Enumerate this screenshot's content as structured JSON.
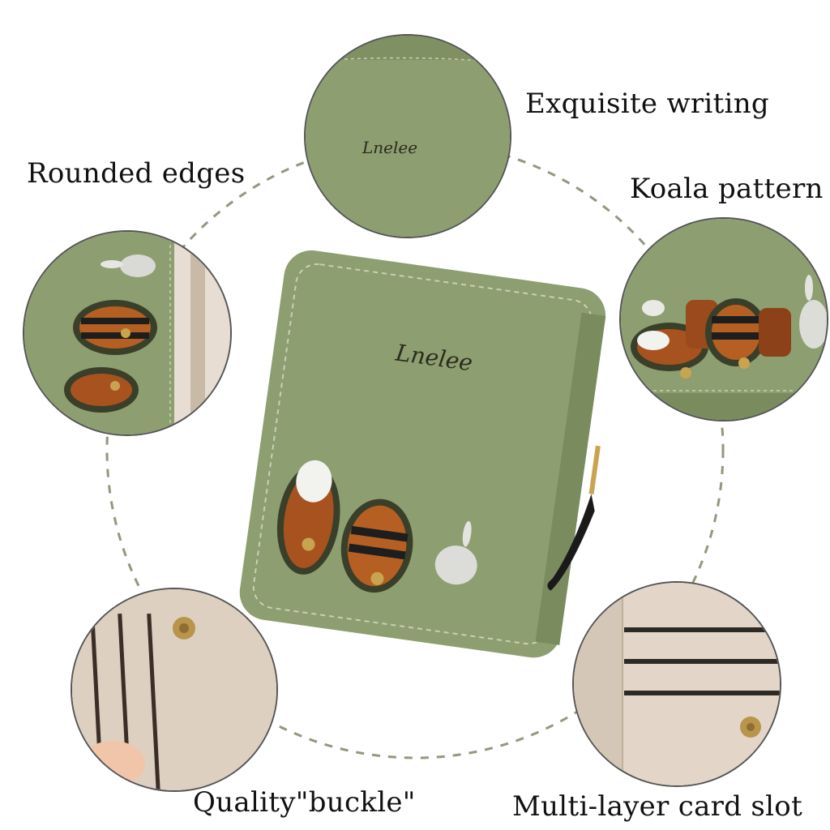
{
  "labels": {
    "writing": "Exquisite writing",
    "edges": "Rounded edges",
    "pattern": "Koala pattern",
    "buckle": "Quality\"buckle\"",
    "slots": "Multi-layer card slot"
  },
  "brand_script": "Lnelee",
  "colors": {
    "wallet_green": "#8d9e70",
    "wallet_dark": "#7a8b5e",
    "card_beige": "#e3d6c8",
    "ring_dash": "#8f9a7c",
    "fox_orange": "#a8531f",
    "stitch": "#c9d0b5"
  },
  "icons": [
    "snap-button-icon",
    "fox-embroidery-icon",
    "raccoon-embroidery-icon",
    "rabbit-embroidery-icon"
  ]
}
